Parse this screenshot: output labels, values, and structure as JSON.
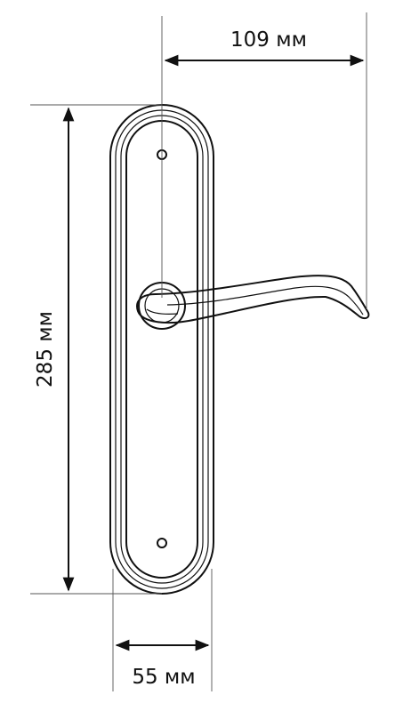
{
  "dimensions": {
    "width_top": "109 мм",
    "height_left": "285 мм",
    "width_bottom": "55 мм"
  }
}
